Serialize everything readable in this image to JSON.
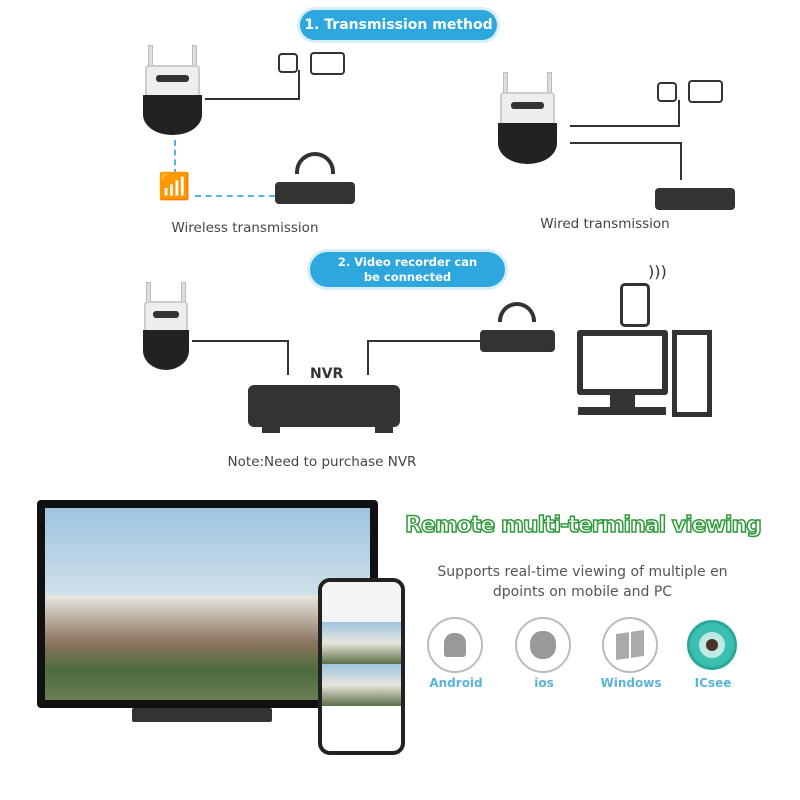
{
  "section1": {
    "title": "1. Transmission method",
    "wireless_label": "Wireless transmission",
    "wired_label": "Wired transmission"
  },
  "section2": {
    "title_line1": "2. Video recorder can",
    "title_line2": "be connected",
    "nvr_label": "NVR",
    "note": "Note:Need to purchase NVR"
  },
  "section3": {
    "heading": "Remote multi-terminal viewing",
    "subtitle_line1": "Supports real-time viewing of multiple en",
    "subtitle_line2": "dpoints on mobile and PC",
    "platforms": [
      {
        "label": "Android",
        "icon": "android-icon"
      },
      {
        "label": "ios",
        "icon": "apple-icon"
      },
      {
        "label": "Windows",
        "icon": "windows-icon"
      },
      {
        "label": "ICsee",
        "icon": "icsee-app-icon"
      }
    ]
  },
  "colors": {
    "pill": "#2ea7de",
    "heading_green": "#2e9a3a",
    "platform_label": "#5ab4d9",
    "icsee": "#3bbfb0"
  }
}
